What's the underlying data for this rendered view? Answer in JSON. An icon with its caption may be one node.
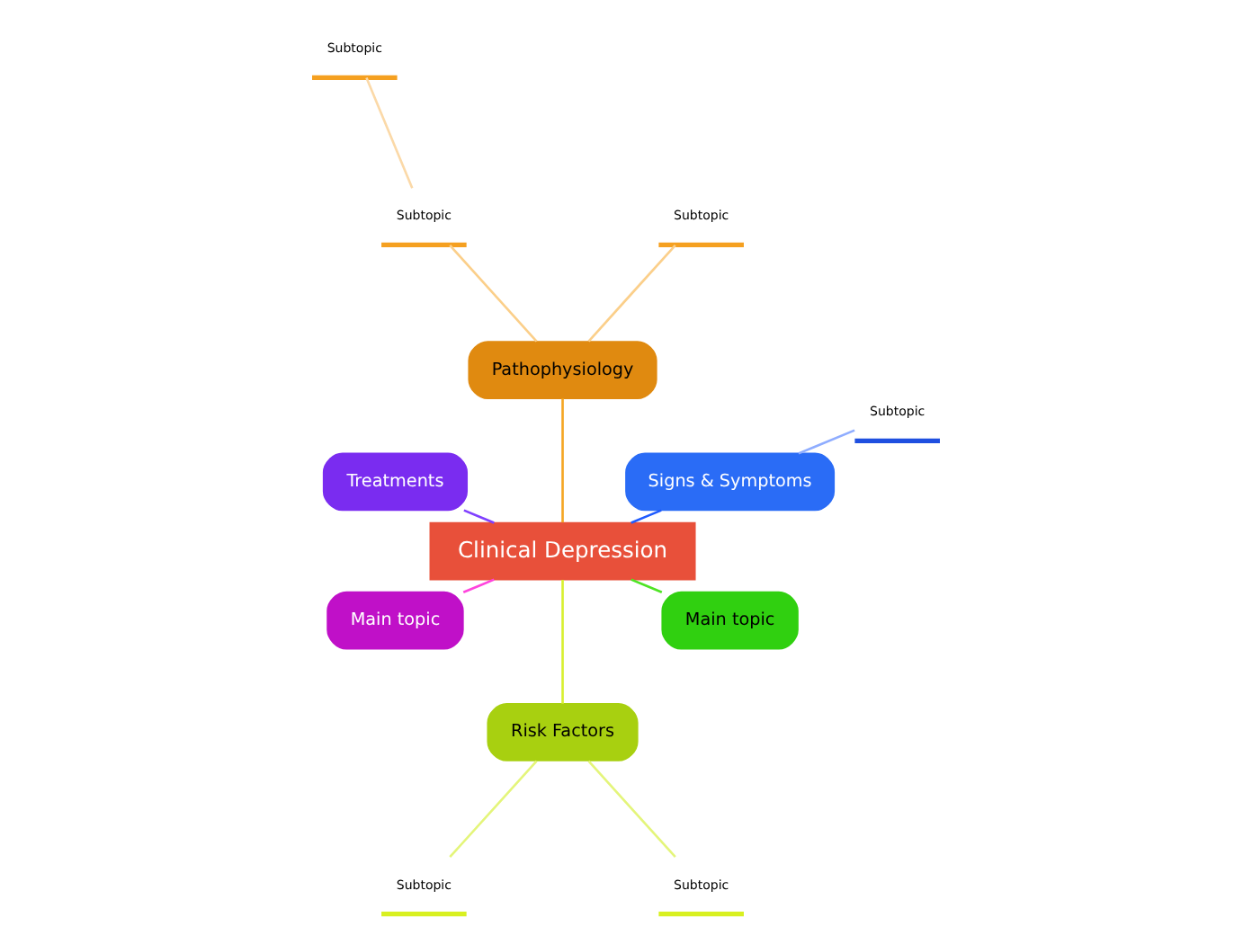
{
  "diagram": {
    "nodes": [
      {
        "text": [
          "Clinical Depression"
        ]
      },
      {
        "text": [
          "Signs & Symptoms"
        ]
      },
      {
        "text": [
          "Subtopic"
        ]
      },
      {
        "text": [
          "Pathophysiology"
        ]
      },
      {
        "text": [
          "Subtopic"
        ]
      },
      {
        "text": [
          "Subtopic"
        ]
      },
      {
        "text": [
          "Subtopic"
        ]
      },
      {
        "text": [
          "Treatments"
        ]
      },
      {
        "text": [
          "Main topic"
        ]
      },
      {
        "text": [
          "Risk Factors"
        ]
      },
      {
        "text": [
          "Subtopic"
        ]
      },
      {
        "text": [
          "Subtopic"
        ]
      },
      {
        "text": [
          "Main topic"
        ]
      }
    ],
    "edges": [
      {
        "from": 0,
        "to": 1,
        "arrow": "none",
        "color": "#1f5bff"
      },
      {
        "from": 1,
        "to": 2,
        "arrow": "none",
        "color": "#8fadff"
      },
      {
        "from": 0,
        "to": 3,
        "arrow": "none",
        "color": "#f5a623"
      },
      {
        "from": 3,
        "to": 4,
        "arrow": "none",
        "color": "#fbcf8a"
      },
      {
        "from": 3,
        "to": 5,
        "arrow": "none",
        "color": "#fbcf8a"
      },
      {
        "from": 5,
        "to": 6,
        "arrow": "none",
        "color": "#fbd9a8"
      },
      {
        "from": 0,
        "to": 7,
        "arrow": "none",
        "color": "#8040ff"
      },
      {
        "from": 0,
        "to": 8,
        "arrow": "none",
        "color": "#ff44dd"
      },
      {
        "from": 0,
        "to": 9,
        "arrow": "none",
        "color": "#d8f030"
      },
      {
        "from": 9,
        "to": 10,
        "arrow": "none",
        "color": "#e4f57a"
      },
      {
        "from": 9,
        "to": 11,
        "arrow": "none",
        "color": "#e4f57a"
      },
      {
        "from": 0,
        "to": 12,
        "arrow": "none",
        "color": "#4ee424"
      }
    ]
  }
}
